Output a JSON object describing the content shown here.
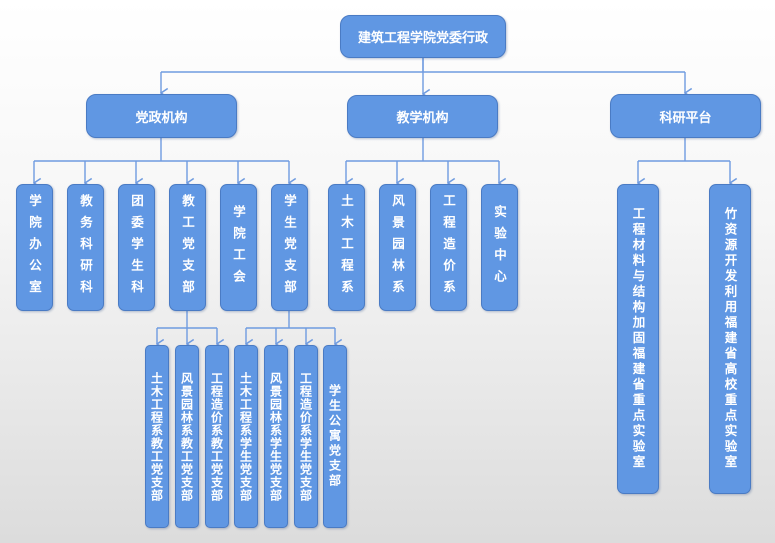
{
  "chart_title": "建筑工程学院党委行政",
  "colors": {
    "node_fill": "#6097e3",
    "node_border": "#4a7bc4",
    "connector": "#6f9be0",
    "text": "#ffffff"
  },
  "root": {
    "label": "建筑工程学院党委行政"
  },
  "level2": [
    {
      "label": "党政机构"
    },
    {
      "label": "教学机构"
    },
    {
      "label": "科研平台"
    }
  ],
  "party_admin": [
    {
      "label": "学院办公室"
    },
    {
      "label": "教务科研科"
    },
    {
      "label": "团委学生科"
    },
    {
      "label": "教工党支部"
    },
    {
      "label": "学院工会"
    },
    {
      "label": "学生党支部"
    }
  ],
  "teaching": [
    {
      "label": "土木工程系"
    },
    {
      "label": "风景园林系"
    },
    {
      "label": "工程造价系"
    },
    {
      "label": "实验中心"
    }
  ],
  "research": [
    {
      "label": "工程材料与结构加固福建省重点实验室"
    },
    {
      "label": "竹资源开发利用福建省高校重点实验室"
    }
  ],
  "faculty_branches": [
    {
      "label": "土木工程系教工党支部"
    },
    {
      "label": "风景园林系教工党支部"
    },
    {
      "label": "工程造价系教工党支部"
    }
  ],
  "student_branches": [
    {
      "label": "土木工程系学生党支部"
    },
    {
      "label": "风景园林系学生党支部"
    },
    {
      "label": "工程造价系学生党支部"
    },
    {
      "label": "学生公寓党支部"
    }
  ]
}
